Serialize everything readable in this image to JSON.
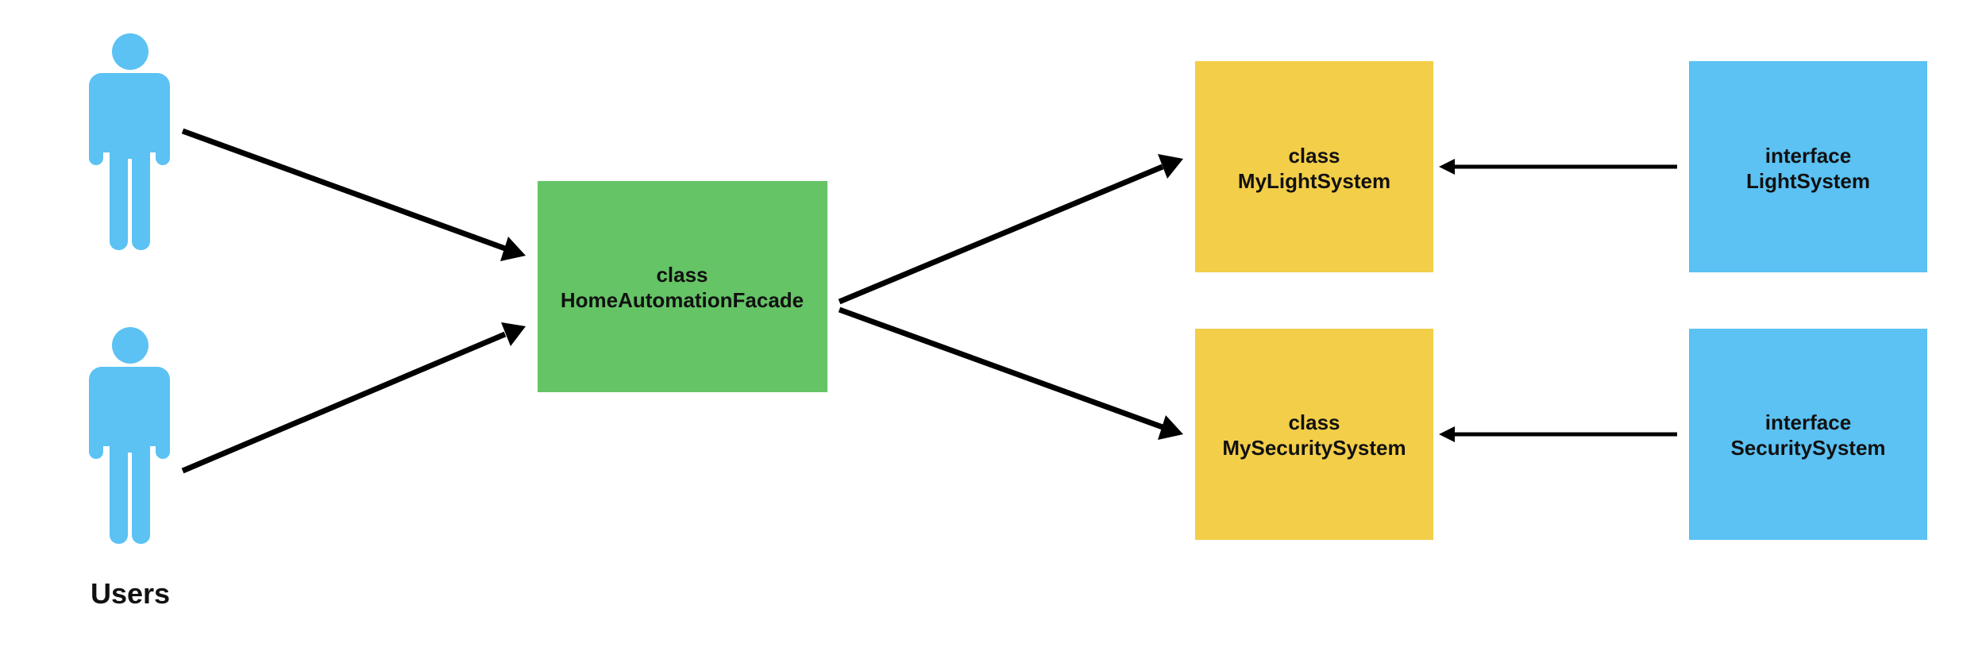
{
  "users_label": "Users",
  "boxes": {
    "facade": {
      "line1": "class",
      "line2": "HomeAutomationFacade"
    },
    "my_light": {
      "line1": "class",
      "line2": "MyLightSystem"
    },
    "my_security": {
      "line1": "class",
      "line2": "MySecuritySystem"
    },
    "light_interface": {
      "line1": "interface",
      "line2": "LightSystem"
    },
    "security_interface": {
      "line1": "interface",
      "line2": "SecuritySystem"
    }
  },
  "colors": {
    "user_icon": "#5BC2F3",
    "facade": "#65C466",
    "implementation": "#F3CE49",
    "interface": "#5BC2F3",
    "arrow": "#000000"
  }
}
